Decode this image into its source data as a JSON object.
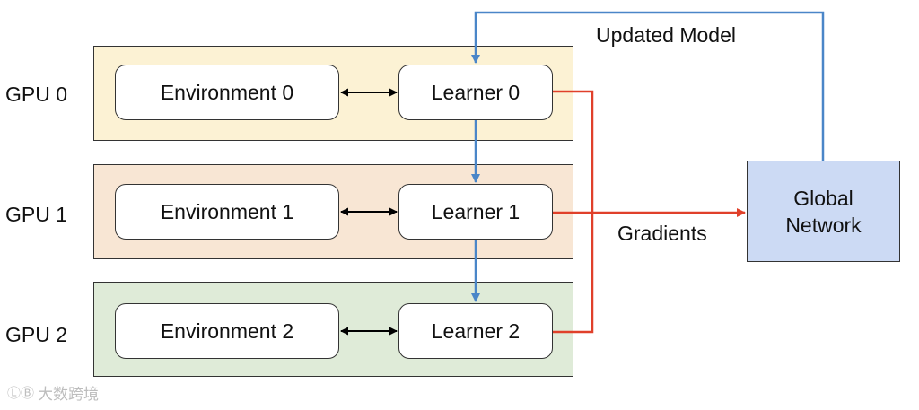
{
  "gpus": [
    {
      "label": "GPU 0",
      "environment": "Environment 0",
      "learner": "Learner 0",
      "fill": "#fcf2d4"
    },
    {
      "label": "GPU 1",
      "environment": "Environment 1",
      "learner": "Learner 1",
      "fill": "#f8e6d4"
    },
    {
      "label": "GPU 2",
      "environment": "Environment 2",
      "learner": "Learner 2",
      "fill": "#dfebd8"
    }
  ],
  "global_network": {
    "line1": "Global",
    "line2": "Network",
    "fill": "#ccdaf4"
  },
  "edges": {
    "updated_model": "Updated Model",
    "gradients": "Gradients"
  },
  "colors": {
    "model_flow": "#4a86c8",
    "gradient_flow": "#e0402a",
    "interaction": "#000000"
  },
  "watermark": {
    "logo": "ⓁⒷ",
    "text": "大数跨境"
  }
}
